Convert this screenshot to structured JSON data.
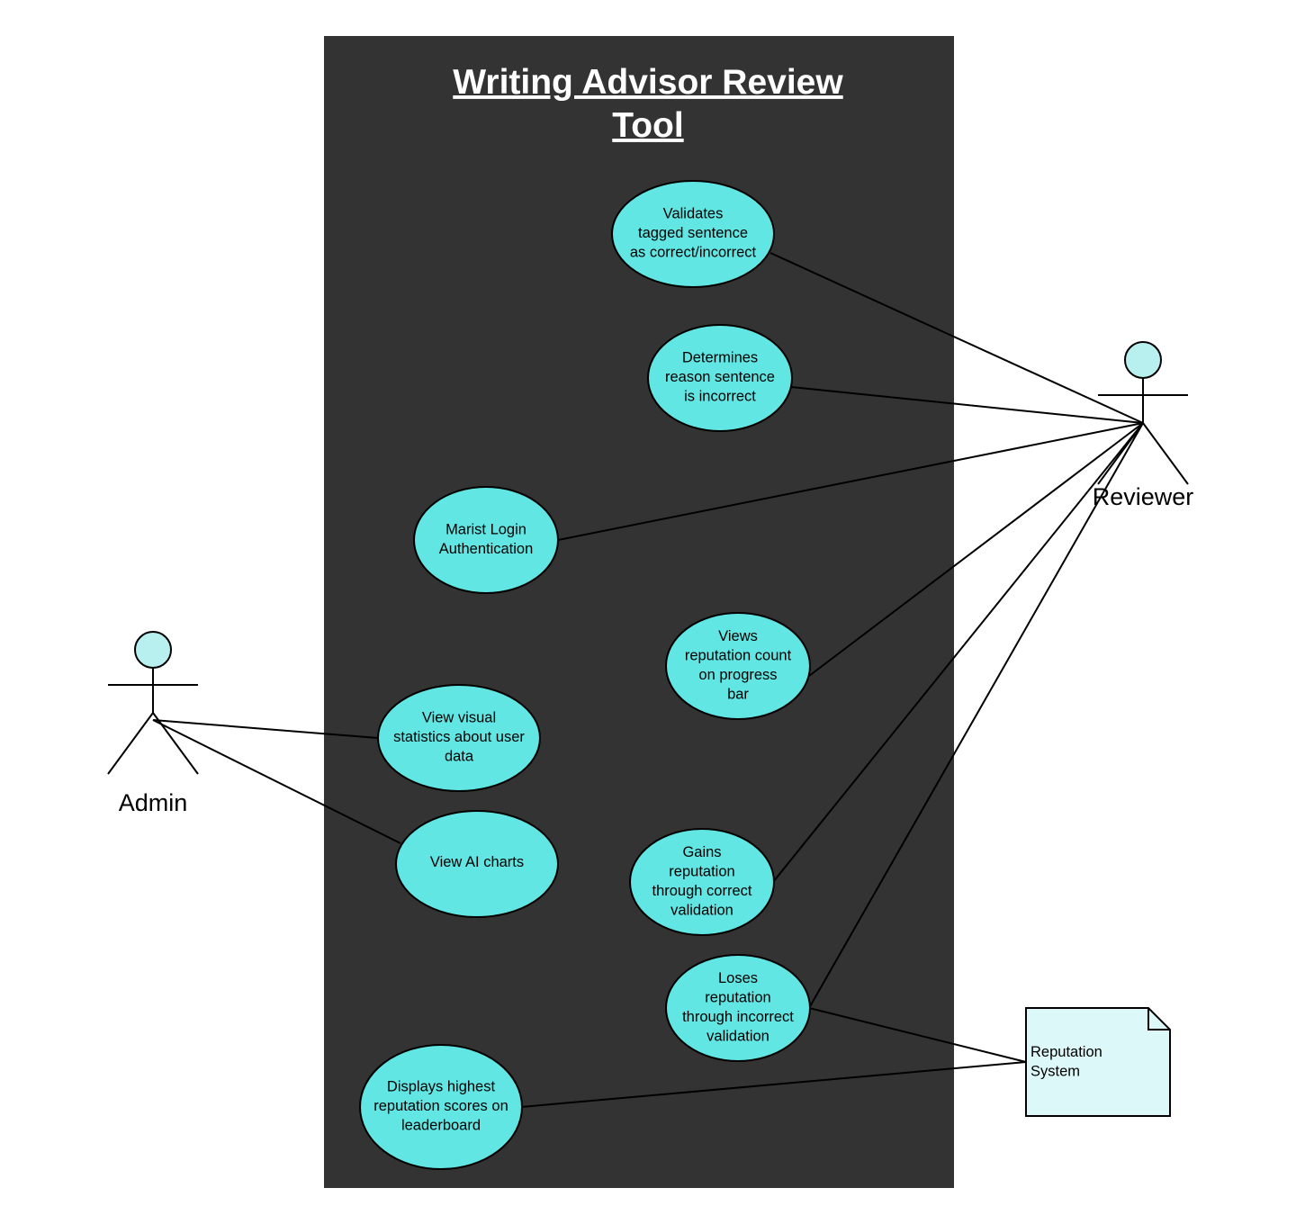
{
  "diagram": {
    "title_lines": [
      "Writing Advisor Review",
      "Tool "
    ],
    "colors": {
      "boundary": "#333333",
      "usecase_fill": "#61e6e3",
      "actor_head": "#b8f0ef",
      "note_fill": "#ddf8f8",
      "stroke": "#000000",
      "title": "#ffffff"
    },
    "actors": [
      {
        "id": "reviewer",
        "label": "Reviewer"
      },
      {
        "id": "admin",
        "label": "Admin"
      }
    ],
    "note": {
      "id": "reputation-system",
      "lines": [
        "Reputation",
        "System"
      ]
    },
    "use_cases": [
      {
        "id": "validates",
        "lines": [
          "Validates",
          "tagged sentence",
          "as correct/incorrect"
        ]
      },
      {
        "id": "determines",
        "lines": [
          "Determines",
          "reason sentence",
          "is incorrect"
        ]
      },
      {
        "id": "login",
        "lines": [
          "Marist Login",
          "Authentication"
        ]
      },
      {
        "id": "views-rep",
        "lines": [
          "Views",
          "reputation count",
          "on progress",
          "bar"
        ]
      },
      {
        "id": "visual-stats",
        "lines": [
          "View visual",
          "statistics about user",
          "data"
        ]
      },
      {
        "id": "ai-charts",
        "lines": [
          "View AI charts"
        ]
      },
      {
        "id": "gains",
        "lines": [
          "Gains",
          "reputation",
          "through correct",
          "validation"
        ]
      },
      {
        "id": "loses",
        "lines": [
          "Loses",
          "reputation",
          "through incorrect",
          "validation"
        ]
      },
      {
        "id": "leaderboard",
        "lines": [
          "Displays highest",
          "reputation scores on",
          "leaderboard"
        ]
      }
    ],
    "associations": [
      {
        "from": "validates",
        "to": "reviewer"
      },
      {
        "from": "determines",
        "to": "reviewer"
      },
      {
        "from": "login",
        "to": "reviewer"
      },
      {
        "from": "views-rep",
        "to": "reviewer"
      },
      {
        "from": "gains",
        "to": "reviewer"
      },
      {
        "from": "loses",
        "to": "reviewer"
      },
      {
        "from": "visual-stats",
        "to": "admin"
      },
      {
        "from": "ai-charts",
        "to": "admin"
      },
      {
        "from": "loses",
        "to": "reputation-system"
      },
      {
        "from": "leaderboard",
        "to": "reputation-system"
      }
    ]
  }
}
